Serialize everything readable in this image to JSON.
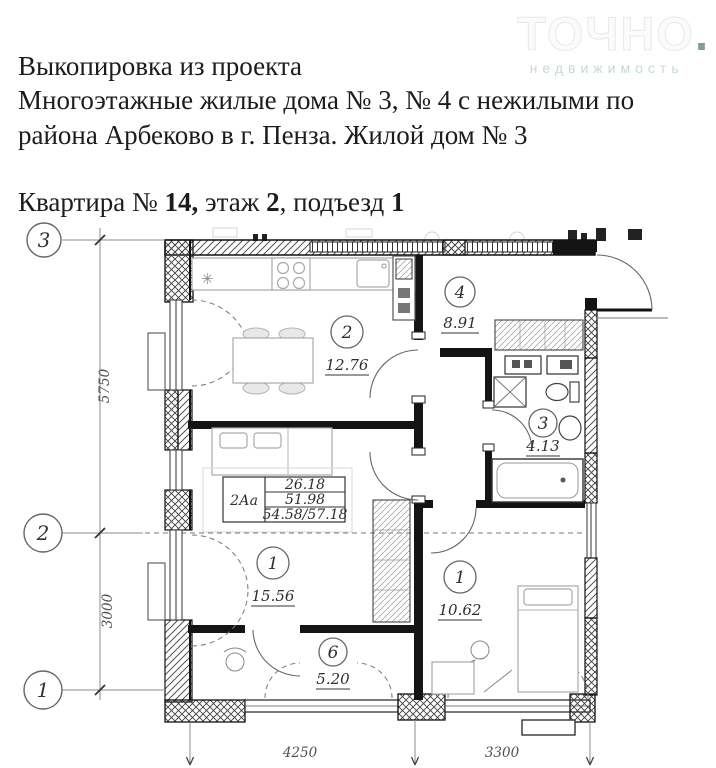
{
  "header": {
    "line1": "Выкопировка из проекта",
    "line2": "Многоэтажные жилые  дома  № 3, № 4 с нежилыми по",
    "line3": "района Арбеково в г. Пенза. Жилой дом № 3",
    "apartment": {
      "seg1": "Квартира  № ",
      "seg2": "14,",
      "seg3": " этаж ",
      "seg4": "2",
      "seg5": ", подъезд ",
      "seg6": "1"
    }
  },
  "watermark": {
    "brand": "ТОЧНО",
    "dot": ".",
    "subtitle": "недвижимость",
    "dot_color": "#7d9e98",
    "subtitle_color": "#c7d9d3"
  },
  "plan": {
    "axes": {
      "a3": "3",
      "a2": "2",
      "a1": "1"
    },
    "dimensions": {
      "v1": "5750",
      "v2": "3000",
      "b1": "4250",
      "b2": "3300"
    },
    "rooms": {
      "kitchen": {
        "number": "2",
        "area": "12.76"
      },
      "hall": {
        "number": "4",
        "area": "8.91"
      },
      "bathroom": {
        "number": "3",
        "area": "4.13"
      },
      "living": {
        "number": "1",
        "area": "15.56"
      },
      "bedroom": {
        "number": "1",
        "area": "10.62"
      },
      "loggia": {
        "number": "6",
        "area": "5.20"
      }
    },
    "info_table": {
      "unit_type": "2Аа",
      "row1": "26.18",
      "row2": "51.98",
      "row3": "54.58/57.18"
    }
  }
}
